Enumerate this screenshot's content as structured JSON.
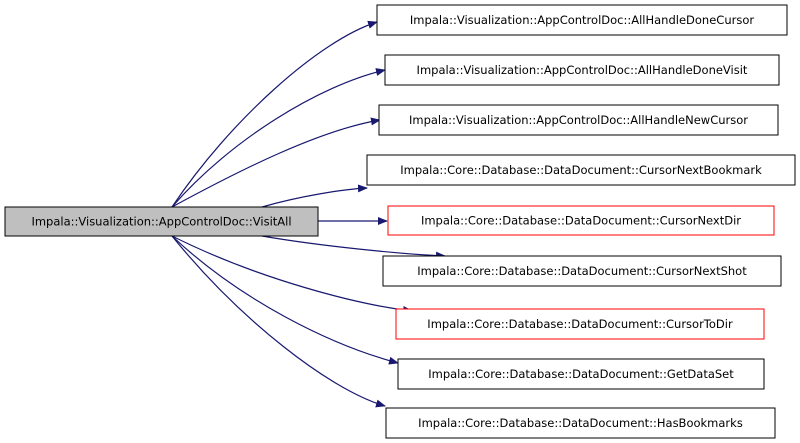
{
  "graph": {
    "colors": {
      "edge": "#191970",
      "node_border": "#000000",
      "node_border_undocumented": "#ff0000",
      "source_fill": "#bfbfbf",
      "node_fill": "#ffffff"
    },
    "source": {
      "label": "Impala::Visualization::AppControlDoc::VisitAll"
    },
    "targets": [
      {
        "label": "Impala::Visualization::AppControlDoc::AllHandleDoneCursor",
        "border": "black"
      },
      {
        "label": "Impala::Visualization::AppControlDoc::AllHandleDoneVisit",
        "border": "black"
      },
      {
        "label": "Impala::Visualization::AppControlDoc::AllHandleNewCursor",
        "border": "black"
      },
      {
        "label": "Impala::Core::Database::DataDocument::CursorNextBookmark",
        "border": "black"
      },
      {
        "label": "Impala::Core::Database::DataDocument::CursorNextDir",
        "border": "red"
      },
      {
        "label": "Impala::Core::Database::DataDocument::CursorNextShot",
        "border": "black"
      },
      {
        "label": "Impala::Core::Database::DataDocument::CursorToDir",
        "border": "red"
      },
      {
        "label": "Impala::Core::Database::DataDocument::GetDataSet",
        "border": "black"
      },
      {
        "label": "Impala::Core::Database::DataDocument::HasBookmarks",
        "border": "black"
      }
    ]
  }
}
